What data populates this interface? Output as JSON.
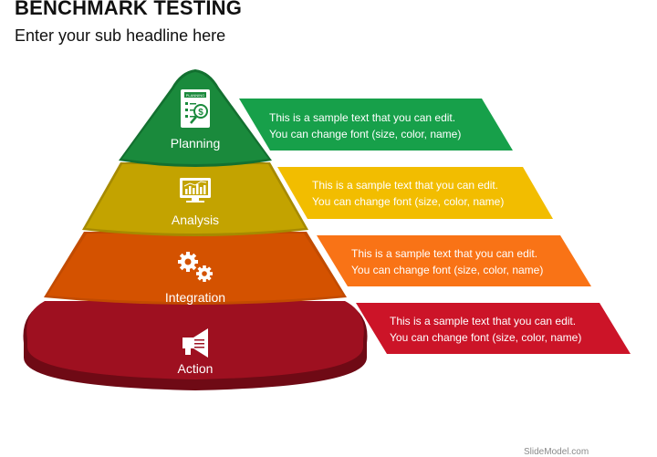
{
  "header": {
    "title": "BENCHMARK TESTING",
    "subtitle": "Enter your sub headline here"
  },
  "pyramid": {
    "levels": [
      {
        "label": "Planning",
        "icon": "planning-document-icon",
        "icon_text": "PLANNING",
        "color": "#1a8a3c",
        "banner_color": "#17a04a",
        "text_line1": "This is a sample text that you can edit.",
        "text_line2": "You can change font (size, color, name)"
      },
      {
        "label": "Analysis",
        "icon": "analysis-monitor-icon",
        "color": "#c3a300",
        "banner_color": "#f2bd00",
        "text_line1": "This is a sample text that you can edit.",
        "text_line2": "You can change font (size, color, name)"
      },
      {
        "label": "Integration",
        "icon": "gears-icon",
        "color": "#d45200",
        "banner_color": "#f97316",
        "text_line1": "This is a sample text that you can edit.",
        "text_line2": "You can change font (size, color, name)"
      },
      {
        "label": "Action",
        "icon": "megaphone-icon",
        "color": "#9e1020",
        "banner_color": "#cc1428",
        "text_line1": "This is a sample text that you can edit.",
        "text_line2": "You can change font (size, color, name)"
      }
    ]
  },
  "footer": {
    "text": "SlideModel.com"
  }
}
